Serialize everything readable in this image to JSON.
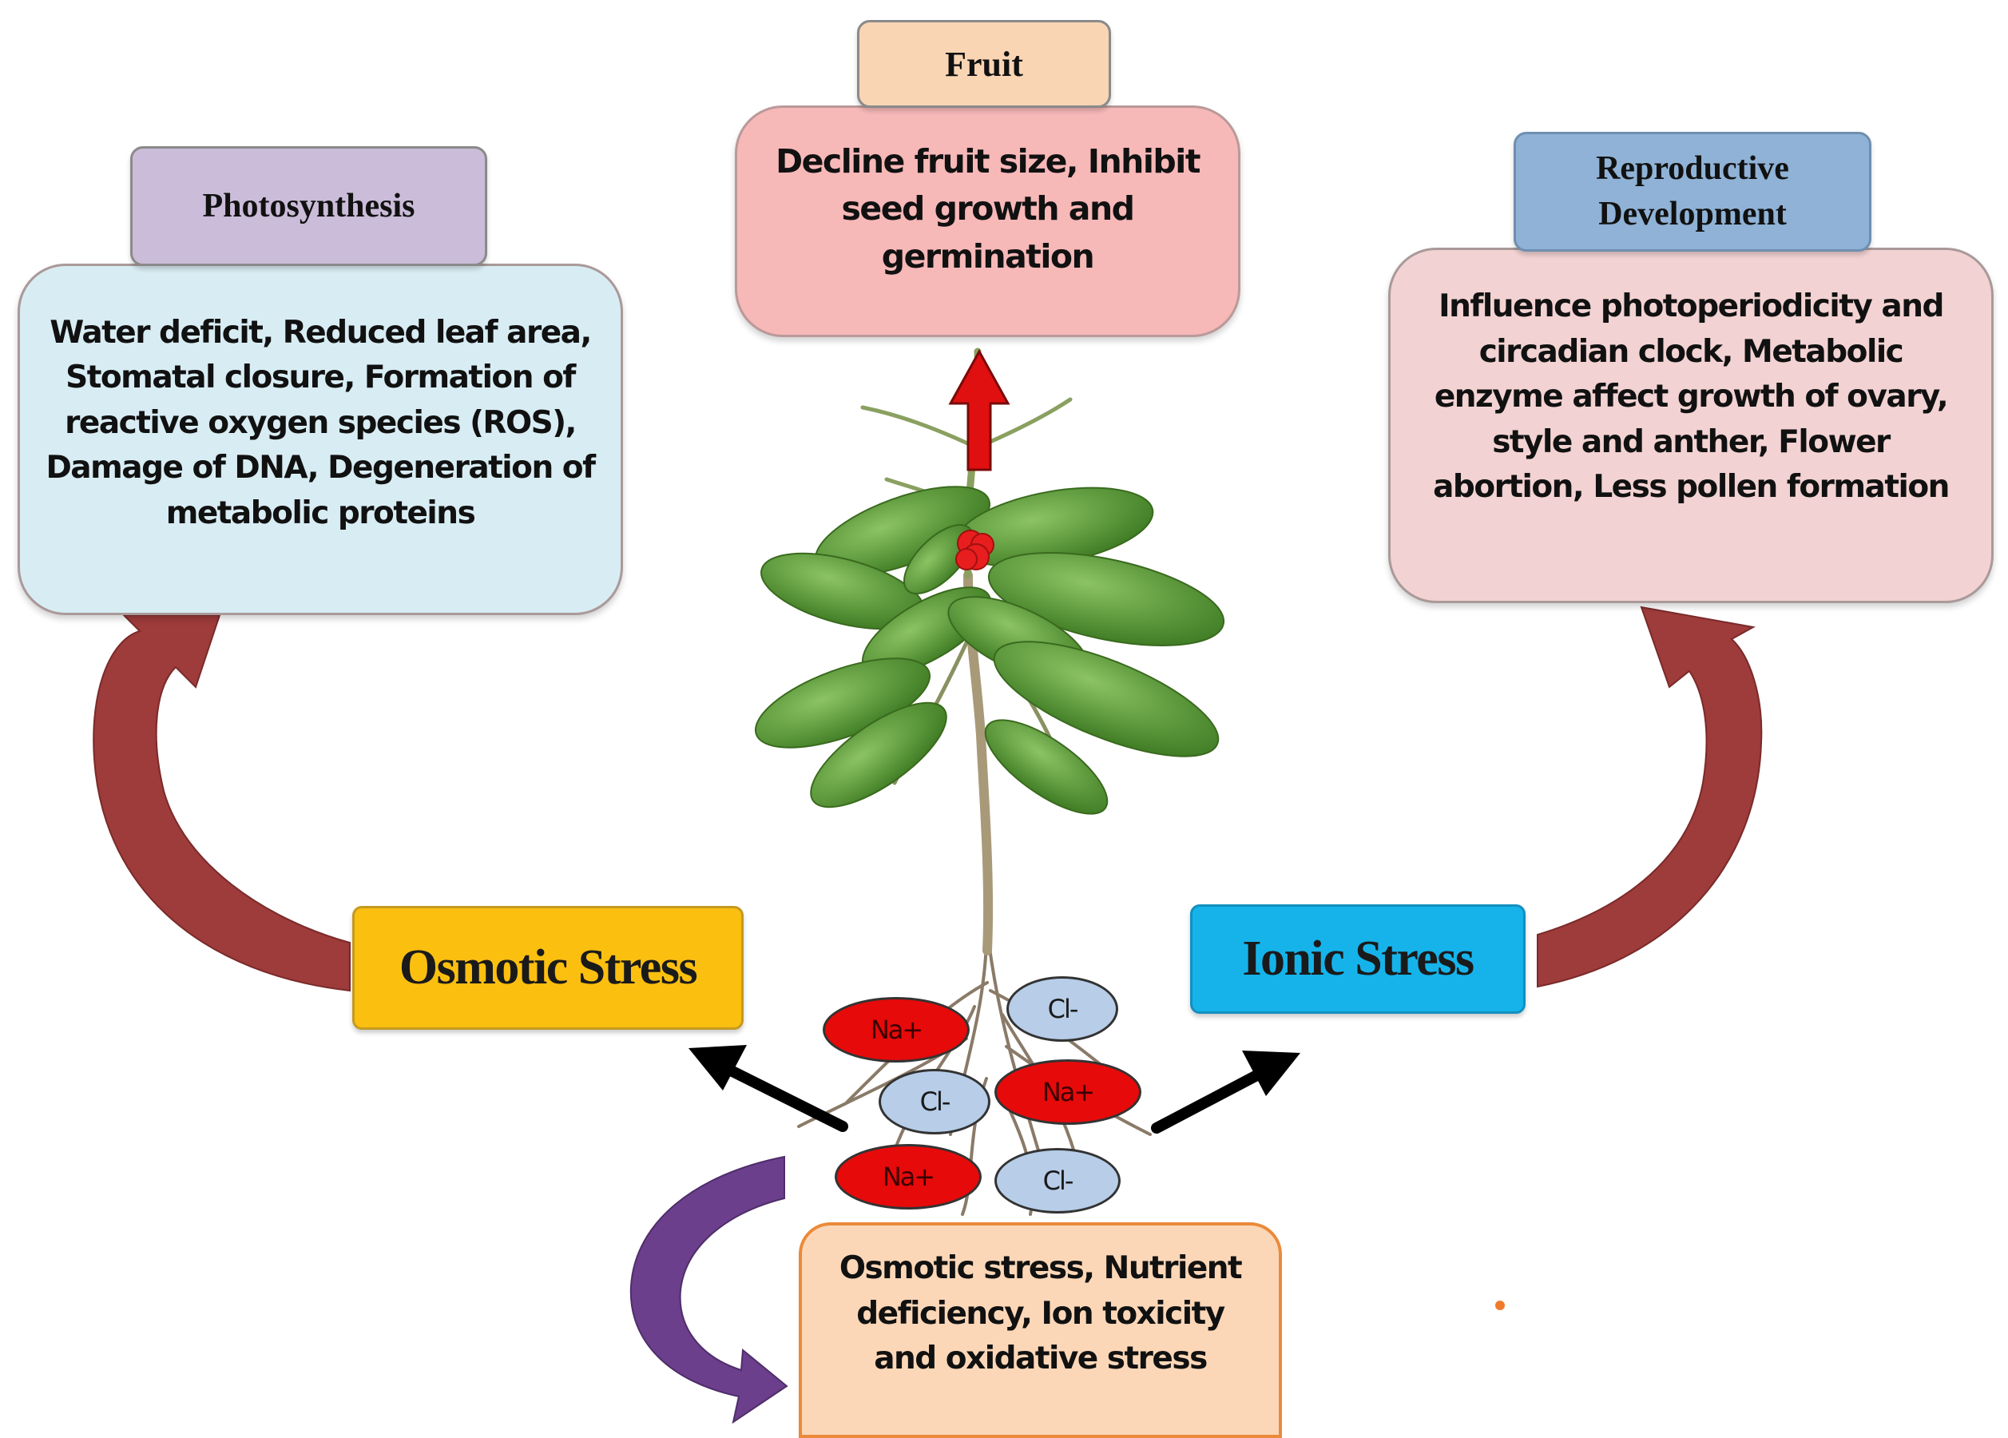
{
  "fruit": {
    "title": "Fruit",
    "text": "Decline fruit size, Inhibit seed growth and germination"
  },
  "photosynthesis": {
    "title": "Photosynthesis",
    "text": "Water deficit, Reduced leaf area, Stomatal closure, Formation of reactive oxygen species (ROS), Damage of DNA, Degeneration of metabolic proteins"
  },
  "reproductive": {
    "title": "Reproductive Development",
    "text": "Influence photoperiodicity and circadian clock, Metabolic enzyme affect growth of ovary, style and anther, Flower abortion, Less pollen formation"
  },
  "osmotic_stress": {
    "label": "Osmotic Stress"
  },
  "ionic_stress": {
    "label": "Ionic Stress"
  },
  "salt_effects": {
    "text": "Osmotic stress, Nutrient deficiency, Ion toxicity and oxidative stress"
  },
  "ions": {
    "na_1": "Na+",
    "cl_1": "Cl-",
    "cl_2": "Cl-",
    "na_2": "Na+",
    "na_3": "Na+",
    "cl_3": "Cl-"
  },
  "colors": {
    "osmotic": "#fbbf10",
    "ionic": "#16b3ea",
    "fruit_arrow": "#e01010",
    "curved_arrow": "#9e3b3b",
    "purple_arrow": "#6b3f8c",
    "plant_leaf": "#4f8f2e"
  }
}
